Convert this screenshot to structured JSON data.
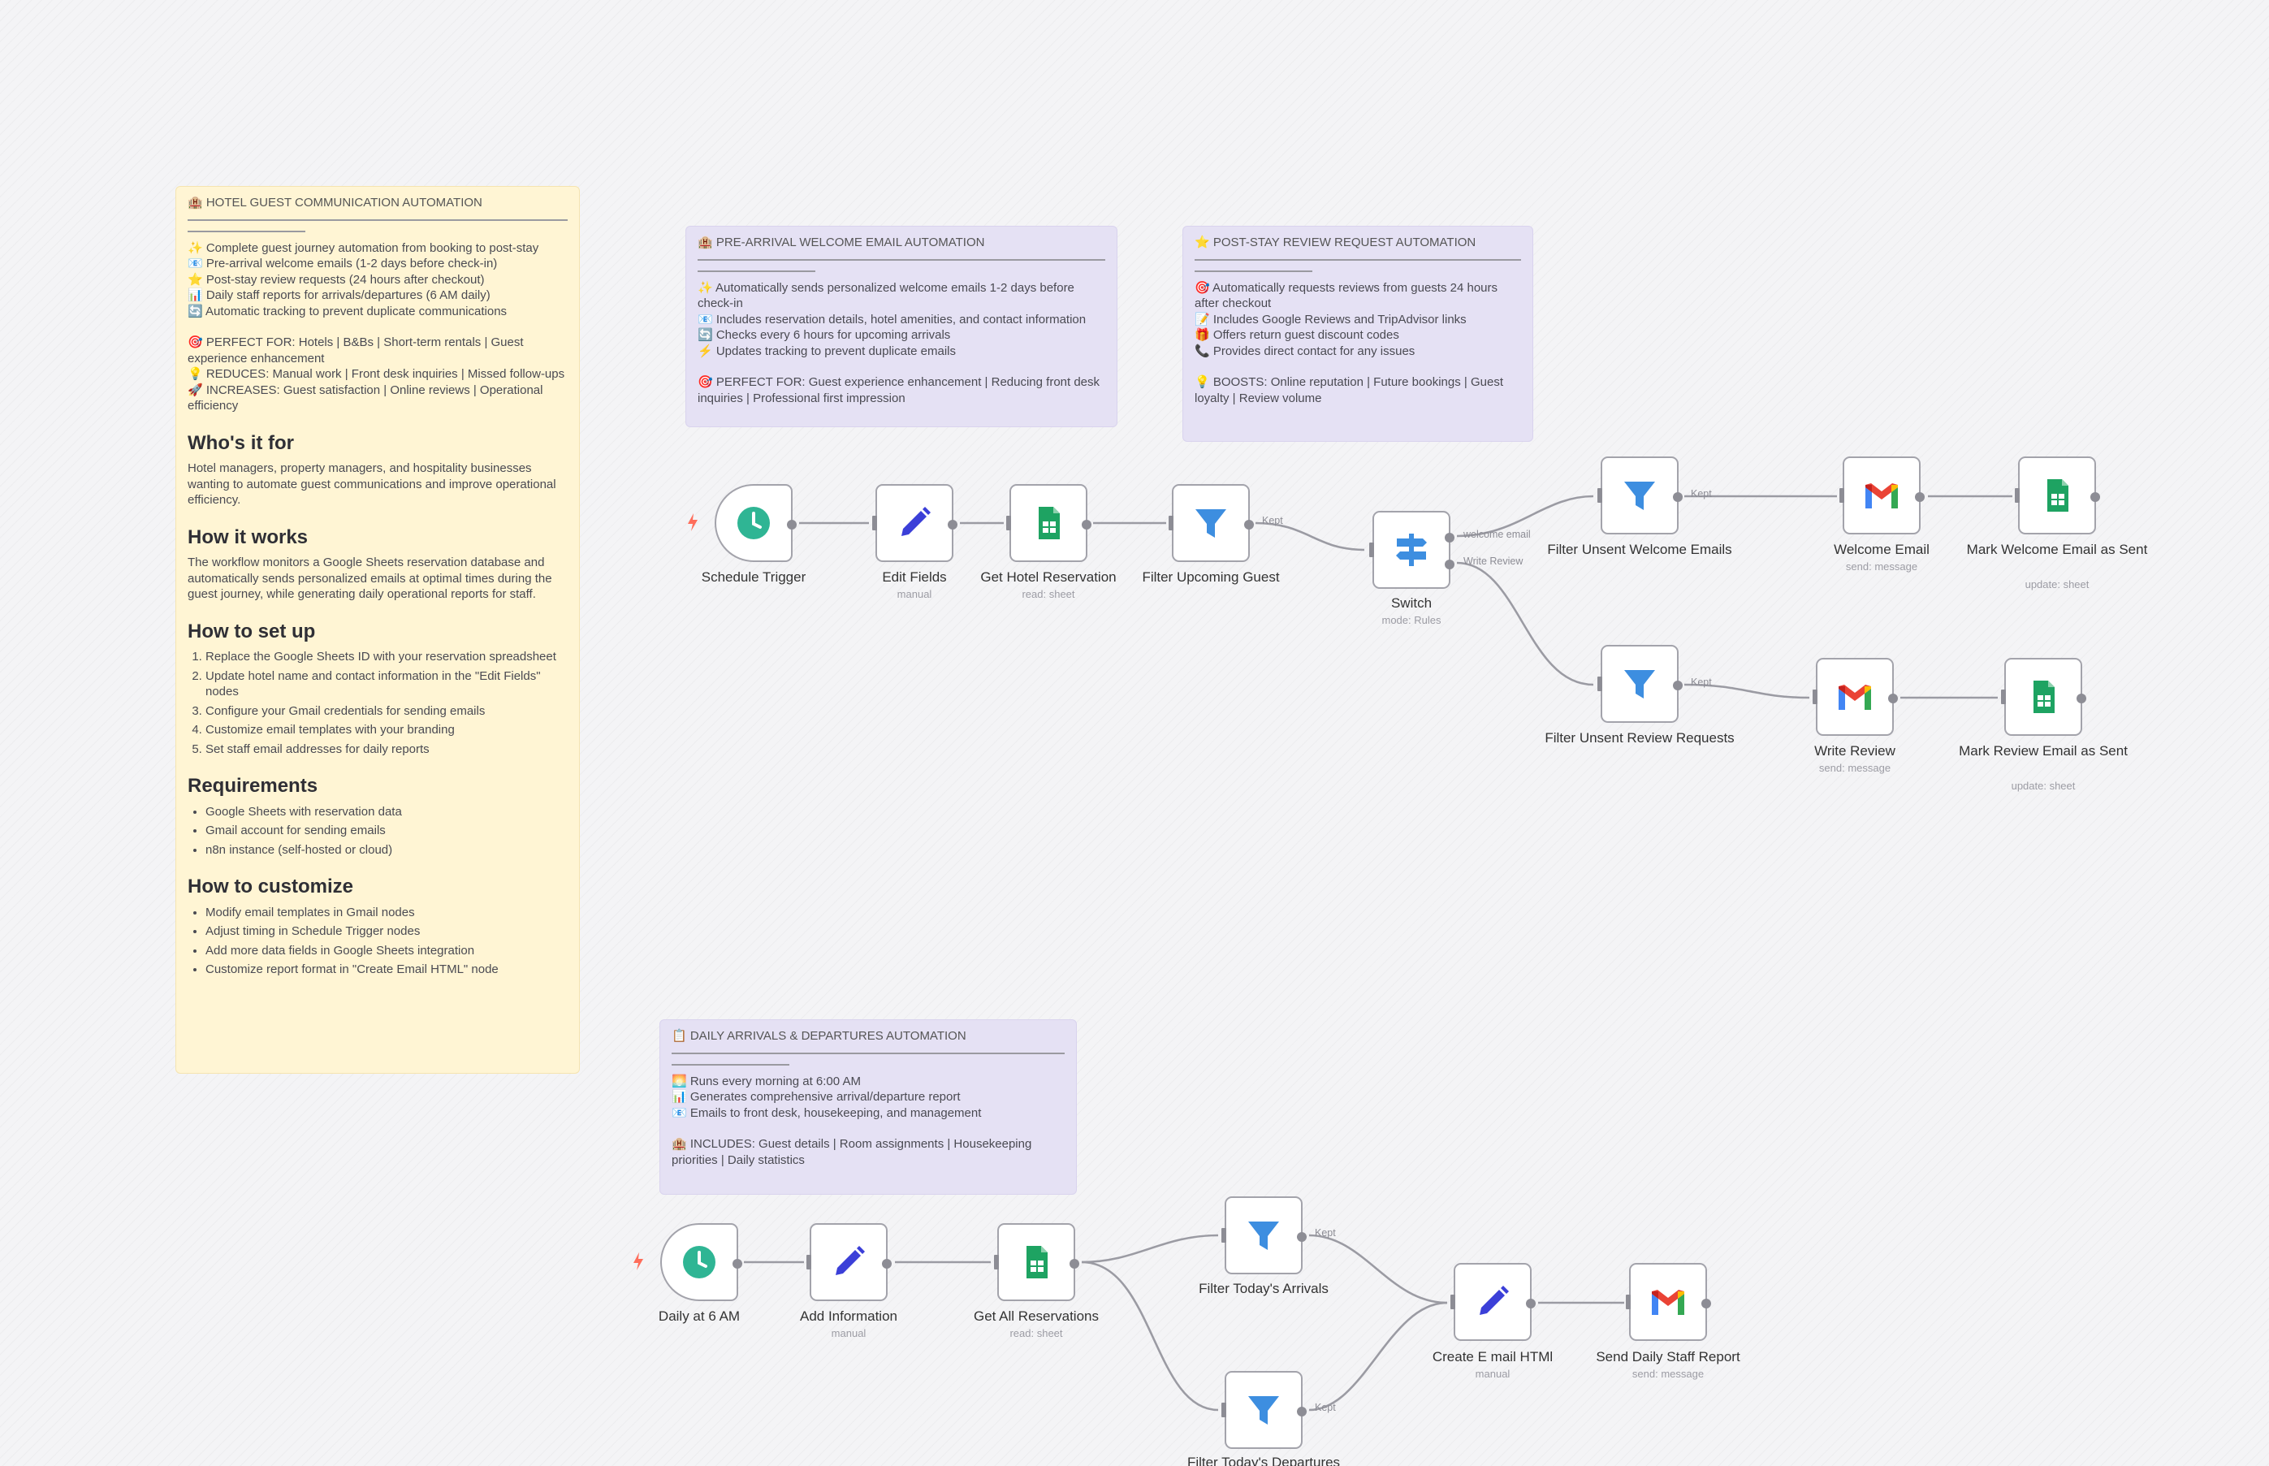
{
  "notes": {
    "main": {
      "title": "🏨 HOTEL GUEST COMMUNICATION AUTOMATION",
      "features": [
        "✨ Complete guest journey automation from booking to post-stay",
        "📧 Pre-arrival welcome emails (1-2 days before check-in)",
        "⭐ Post-stay review requests (24 hours after checkout)",
        "📊 Daily staff reports for arrivals/departures (6 AM daily)",
        "🔄 Automatic tracking to prevent duplicate communications"
      ],
      "perfect_for": "🎯 PERFECT FOR: Hotels | B&Bs | Short-term rentals | Guest experience enhancement",
      "reduces": "💡 REDUCES: Manual work | Front desk inquiries | Missed follow-ups",
      "increases": "🚀 INCREASES: Guest satisfaction | Online reviews | Operational efficiency",
      "whos_for_heading": "Who's it for",
      "whos_for_body": "Hotel managers, property managers, and hospitality businesses wanting to automate guest communications and improve operational efficiency.",
      "how_works_heading": "How it works",
      "how_works_body": "The workflow monitors a Google Sheets reservation database and automatically sends personalized emails at optimal times during the guest journey, while generating daily operational reports for staff.",
      "setup_heading": "How to set up",
      "setup_steps": [
        "Replace the Google Sheets ID with your reservation spreadsheet",
        "Update hotel name and contact information in the \"Edit Fields\" nodes",
        "Configure your Gmail credentials for sending emails",
        "Customize email templates with your branding",
        "Set staff email addresses for daily reports"
      ],
      "requirements_heading": "Requirements",
      "requirements": [
        "Google Sheets with reservation data",
        "Gmail account for sending emails",
        "n8n instance (self-hosted or cloud)"
      ],
      "customize_heading": "How to customize",
      "customize": [
        "Modify email templates in Gmail nodes",
        "Adjust timing in Schedule Trigger nodes",
        "Add more data fields in Google Sheets integration",
        "Customize report format in \"Create Email HTML\" node"
      ]
    },
    "prearrival": {
      "title": "🏨 PRE-ARRIVAL WELCOME EMAIL AUTOMATION",
      "lines": [
        "✨ Automatically sends personalized welcome emails 1-2 days before check-in",
        "📧 Includes reservation details, hotel amenities, and contact information",
        "🔄 Checks every 6 hours for upcoming arrivals",
        "⚡ Updates tracking to prevent duplicate emails"
      ],
      "footer": "🎯 PERFECT FOR: Guest experience enhancement | Reducing front desk inquiries | Professional first impression"
    },
    "poststay": {
      "title": "⭐ POST-STAY REVIEW REQUEST AUTOMATION",
      "lines": [
        "🎯 Automatically requests reviews from guests 24 hours after checkout",
        "📝 Includes Google Reviews and TripAdvisor links",
        "🎁 Offers return guest discount codes",
        "📞 Provides direct contact for any issues"
      ],
      "footer": "💡 BOOSTS: Online reputation | Future bookings | Guest loyalty | Review volume"
    },
    "daily": {
      "title": "📋 DAILY ARRIVALS & DEPARTURES AUTOMATION",
      "lines": [
        "🌅 Runs every morning at 6:00 AM",
        "📊 Generates comprehensive arrival/departure report",
        "📧 Emails to front desk, housekeeping, and management"
      ],
      "footer": "🏨 INCLUDES: Guest details | Room assignments | Housekeeping priorities | Daily statistics"
    }
  },
  "nodes": {
    "schedule_trigger": {
      "label": "Schedule Trigger",
      "icon": "clock-icon"
    },
    "edit_fields": {
      "label": "Edit Fields",
      "sub": "manual",
      "icon": "pencil-icon"
    },
    "get_hotel_reservation": {
      "label": "Get Hotel Reservation",
      "sub": "read: sheet",
      "icon": "google-sheets-icon"
    },
    "filter_upcoming_guest": {
      "label": "Filter Upcoming Guest",
      "icon": "filter-icon"
    },
    "switch": {
      "label": "Switch",
      "sub": "mode: Rules",
      "icon": "switch-signpost-icon"
    },
    "filter_unsent_welcome": {
      "label": "Filter Unsent Welcome Emails",
      "icon": "filter-icon"
    },
    "welcome_email": {
      "label": "Welcome Email",
      "sub": "send: message",
      "icon": "gmail-icon"
    },
    "mark_welcome_sent": {
      "label": "Mark Welcome Email as Sent",
      "sub": "update: sheet",
      "icon": "google-sheets-icon"
    },
    "filter_unsent_review": {
      "label": "Filter Unsent Review Requests",
      "icon": "filter-icon"
    },
    "write_review": {
      "label": "Write Review",
      "sub": "send: message",
      "icon": "gmail-icon"
    },
    "mark_review_sent": {
      "label": "Mark Review Email as Sent",
      "sub": "update: sheet",
      "icon": "google-sheets-icon"
    },
    "daily_6am": {
      "label": "Daily at 6 AM",
      "icon": "clock-icon"
    },
    "add_information": {
      "label": "Add Information",
      "sub": "manual",
      "icon": "pencil-icon"
    },
    "get_all_reservations": {
      "label": "Get All Reservations",
      "sub": "read: sheet",
      "icon": "google-sheets-icon"
    },
    "filter_arrivals": {
      "label": "Filter Today's Arrivals",
      "icon": "filter-icon"
    },
    "filter_departures": {
      "label": "Filter Today's Departures",
      "icon": "filter-icon"
    },
    "create_email_html": {
      "label": "Create E mail HTMl",
      "sub": "manual",
      "icon": "pencil-icon"
    },
    "send_staff_report": {
      "label": "Send Daily Staff Report",
      "sub": "send: message",
      "icon": "gmail-icon"
    }
  },
  "edge_labels": {
    "kept": "Kept",
    "welcome_email": "welcome email",
    "write_review": "Write Review"
  },
  "colors": {
    "note_yellow": "#fff5d4",
    "note_purple": "#e5e1f4",
    "wire": "#9b9ba3",
    "trigger_teal": "#2fb594",
    "edit_blue": "#3b3fd8",
    "filter_blue": "#3d8ee0",
    "sheets_green": "#1ea362",
    "trigger_bolt": "#ff6d5a"
  }
}
